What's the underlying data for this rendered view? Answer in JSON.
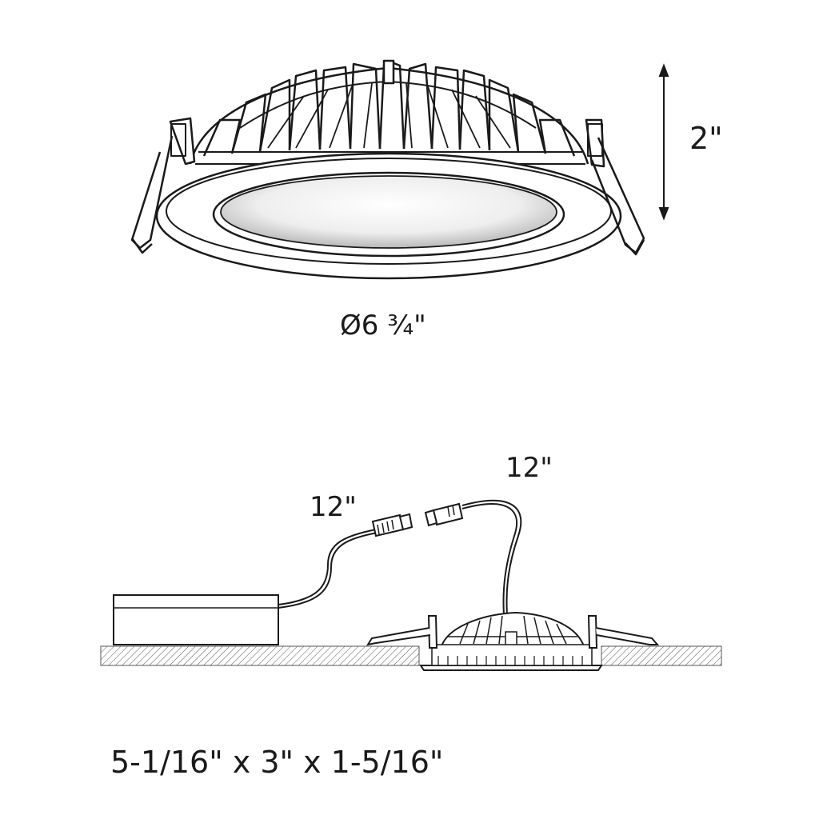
{
  "figure": {
    "top_view": {
      "height_label": "2\"",
      "diameter_label": "Ø6 ¾\""
    },
    "installation_view": {
      "cable_a_label": "12\"",
      "cable_b_label": "12\"",
      "driver_dimensions": "5-1/16\" x 3\" x 1-5/16\""
    }
  }
}
